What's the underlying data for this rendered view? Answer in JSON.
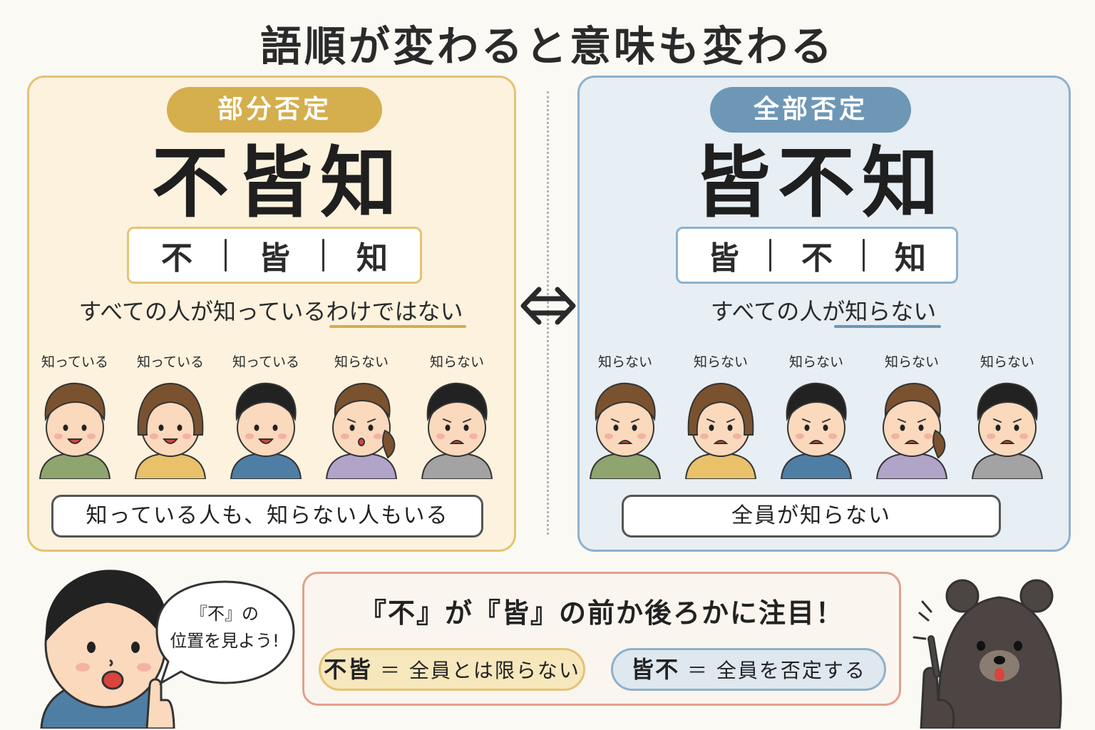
{
  "title": "語順が変わると意味も変わる",
  "left_panel": {
    "label": "部分否定",
    "phrase": "不皆知",
    "segments": [
      "不",
      "皆",
      "知"
    ],
    "meaning_prefix": "すべての人が知っているわけ",
    "meaning_highlight": "ではない",
    "people": [
      {
        "label": "知っている",
        "state": "happy",
        "hair": "brown-short",
        "shirt": "#8fa46f"
      },
      {
        "label": "知っている",
        "state": "happy",
        "hair": "brown-bob",
        "shirt": "#e9c16a"
      },
      {
        "label": "知っている",
        "state": "happy",
        "hair": "black-short",
        "shirt": "#4f7ea5"
      },
      {
        "label": "知らない",
        "state": "unsure",
        "hair": "brown-ponytail",
        "shirt": "#b2a3c9"
      },
      {
        "label": "知らない",
        "state": "worried",
        "hair": "black-short",
        "shirt": "#a3a3a3"
      }
    ],
    "summary": "知っている人も、知らない人もいる",
    "accent": "#d5ae4d"
  },
  "right_panel": {
    "label": "全部否定",
    "phrase": "皆不知",
    "segments": [
      "皆",
      "不",
      "知"
    ],
    "meaning_prefix": "すべての人が",
    "meaning_highlight": "知らない",
    "people": [
      {
        "label": "知らない",
        "state": "worried",
        "hair": "brown-short",
        "shirt": "#8fa46f"
      },
      {
        "label": "知らない",
        "state": "worried",
        "hair": "brown-bob",
        "shirt": "#e9c16a"
      },
      {
        "label": "知らない",
        "state": "worried",
        "hair": "black-short",
        "shirt": "#4f7ea5"
      },
      {
        "label": "知らない",
        "state": "worried",
        "hair": "brown-ponytail",
        "shirt": "#b2a3c9"
      },
      {
        "label": "知らない",
        "state": "worried",
        "hair": "black-short",
        "shirt": "#a3a3a3"
      }
    ],
    "summary": "全員が知らない",
    "accent": "#6e97b6"
  },
  "bottom": {
    "note": "『不』が『皆』の前か後ろかに注目！",
    "rule_left_key": "不皆",
    "rule_left_text": "＝ 全員とは限らない",
    "rule_right_key": "皆不",
    "rule_right_text": "＝ 全員を否定する"
  },
  "bubble": {
    "line1": "『不』の",
    "line2": "位置を見よう!"
  }
}
